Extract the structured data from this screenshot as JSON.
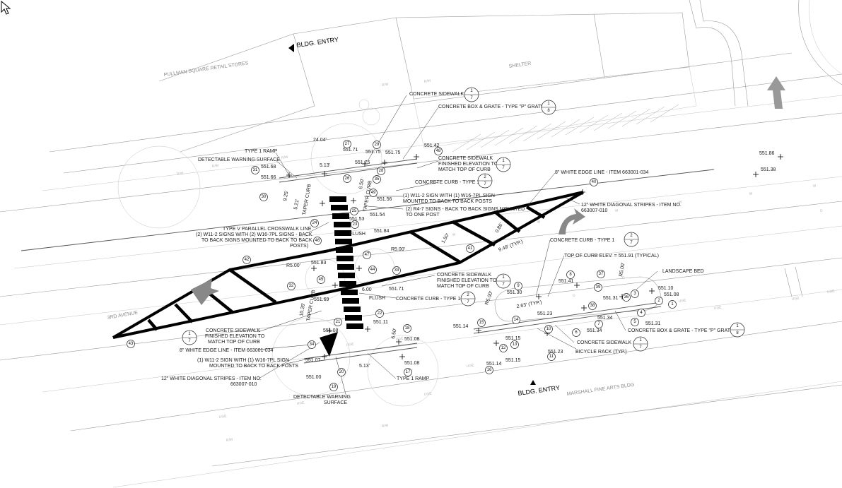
{
  "labels": {
    "retail_stores": "PULLMAN SQUARE RETAIL STORES",
    "shelter": "SHELTER",
    "bldg_entry_top": "BLDG. ENTRY",
    "bldg_entry_bottom": "BLDG. ENTRY",
    "third_avenue": "3RD AVENUE",
    "marshall_bldg": "MARSHALL FINE ARTS BLDG",
    "concrete_sidewalk_top": "CONCRETE SIDEWALK",
    "concrete_box_grate_top": "CONCRETE BOX & GRATE - TYPE \"P\" GRATE",
    "type1_ramp_top": "TYPE 1 RAMP",
    "detectable_warning_top": "DETECTABLE WARNING SURFACE",
    "sidewalk_finished_top_1": "CONCRETE SIDEWALK",
    "sidewalk_finished_top_2": "FINISHED ELEVATION TO",
    "sidewalk_finished_top_3": "MATCH TOP OF CURB",
    "curb_type1_top": "CONCRETE CURB - TYPE 1",
    "sign_w11_top_1": "(1) W11-2 SIGN WITH (1) W16-7PL SIGN",
    "sign_w11_top_2": "MOUNTED TO BACK TO BACK POSTS",
    "sign_r47_1": "(2) R4-7 SIGNS - BACK TO BACK SIGNS MOUNTED",
    "sign_r47_2": "TO ONE POST",
    "white_edge_top": "8\" WHITE EDGE LINE - ITEM 663001-034",
    "diag_stripes_right_1": "12\" WHITE DIAGONAL STRIPES - ITEM NO.",
    "diag_stripes_right_2": "663007-010",
    "crosswalk_line_1": "TYPE V PARALLEL CROSSWALK LINE",
    "crosswalk_line_2": "(2) W11-2 SIGNS  WITH (2) W16-7PL SIGNS - BACK",
    "crosswalk_line_3": "TO BACK SIGNS MOUNTED TO BACK TO BACK",
    "crosswalk_line_4": "POSTS)",
    "flush_top": "FLUSH",
    "flush_bottom": "FLUSH",
    "curb_type1_right": "CONCRETE CURB - TYPE 1",
    "top_of_curb": "TOP OF CURB ELEV. = 551.91 (TYPICAL)",
    "landscape_bed": "LANDSCAPE BED",
    "sidewalk_finished_mid_1": "CONCRETE SIDEWALK",
    "sidewalk_finished_mid_2": "FINISHED ELEVATION TO",
    "sidewalk_finished_mid_3": "MATCH TOP OF CURB",
    "curb_type1_mid": "CONCRETE CURB - TYPE 1",
    "concrete_sidewalk_right": "CONCRETE SIDEWALK",
    "box_grate_right": "CONCRETE BOX & GRATE - TYPE \"P\" GRATE",
    "bicycle_rack": "BICYCLE RACK (TYP.)",
    "sidewalk_finished_bot_1": "CONCRETE SIDEWALK",
    "sidewalk_finished_bot_2": "FINISHED ELEVATION TO",
    "sidewalk_finished_bot_3": "MATCH TOP OF CURB",
    "white_edge_bottom": "8\" WHITE EDGE LINE - ITEM 663001-034",
    "sign_w11_bot_1": "(1) W11-2 SIGN WITH (1) W16-7PL SIGN",
    "sign_w11_bot_2": "MOUNTED TO BACK TO BACK POSTS",
    "diag_stripes_left_1": "12\" WHITE DIAGONAL STRIPES - ITEM NO.",
    "diag_stripes_left_2": "663007-010",
    "type1_ramp_bottom": "TYPE 1 RAMP",
    "detectable_warning_bot_1": "DETECTABLE WARNING",
    "detectable_warning_bot_2": "SURFACE",
    "taper_curb_top": "TAPER CURB",
    "taper_curb_mid": "TAPER CURB",
    "taper_curb_bot": "TAPER CURB"
  },
  "dimensions": {
    "d_24_04": "24.04'",
    "d_5_13_top": "5.13'",
    "d_6_50_top": "6.50'",
    "d_9_25": "9.25'",
    "d_5_21": "5.21'",
    "d_r5_00_a": "R5.00'",
    "d_r5_00_b": "R5.00'",
    "d_r5_00_c": "R5.00'",
    "d_r5_00_d": "R5.00'",
    "d_1_50": "1.50'",
    "d_0_86": "0.86'",
    "d_9_49": "9.49' (TYP.)",
    "d_2_63": "2.63' (TYP.)",
    "d_6_00": "6.00",
    "d_6_50_bot": "6.50'",
    "d_5_13_bot": "5.13'",
    "d_10_26": "10.26'"
  },
  "elevations": {
    "e1": "551.68",
    "e2": "551.66",
    "e3": "551.71",
    "e4": "551.75",
    "e5": "551.75",
    "e6": "551.42",
    "e7": "551.56",
    "e8": "551.54",
    "e9": "551.53",
    "e10": "551.84",
    "e11": "551.83",
    "e12": "551.69",
    "e13": "551.71",
    "e14": "551.08",
    "e15": "551.11",
    "e16": "551.08",
    "e17": "551.07",
    "e18": "551.00",
    "e19": "551.08",
    "e20": "551.30",
    "e21": "551.14",
    "e22": "551.23",
    "e23": "551.41",
    "e24": "551.31",
    "e25": "551.10",
    "e26": "551.08",
    "e27": "551.34",
    "e28": "551.34",
    "e29": "551.31",
    "e30": "551.15",
    "e31": "551.15",
    "e32": "551.14",
    "e33": "551.23",
    "e34": "551.86",
    "e35": "551.38",
    "e36": "551.75"
  },
  "callouts": [
    "1",
    "2",
    "3",
    "4",
    "5",
    "6",
    "7",
    "8",
    "9",
    "10",
    "11",
    "12",
    "13",
    "14",
    "15",
    "16",
    "17",
    "18",
    "19",
    "20",
    "21",
    "22",
    "23",
    "24",
    "25",
    "26",
    "27",
    "28",
    "29",
    "30",
    "31",
    "32",
    "33",
    "34",
    "35",
    "36",
    "37",
    "38",
    "39",
    "40",
    "41",
    "42",
    "43",
    "44",
    "45",
    "46",
    "47",
    "48",
    "49"
  ],
  "detail_refs": {
    "top": "1",
    "bottom": "7",
    "grate_top": "1",
    "grate_bottom": "8",
    "curb_top": "2",
    "curb_bottom": "7"
  },
  "utility": {
    "rw": "R/W",
    "w": "W",
    "uge": "UGE",
    "g": "G"
  }
}
